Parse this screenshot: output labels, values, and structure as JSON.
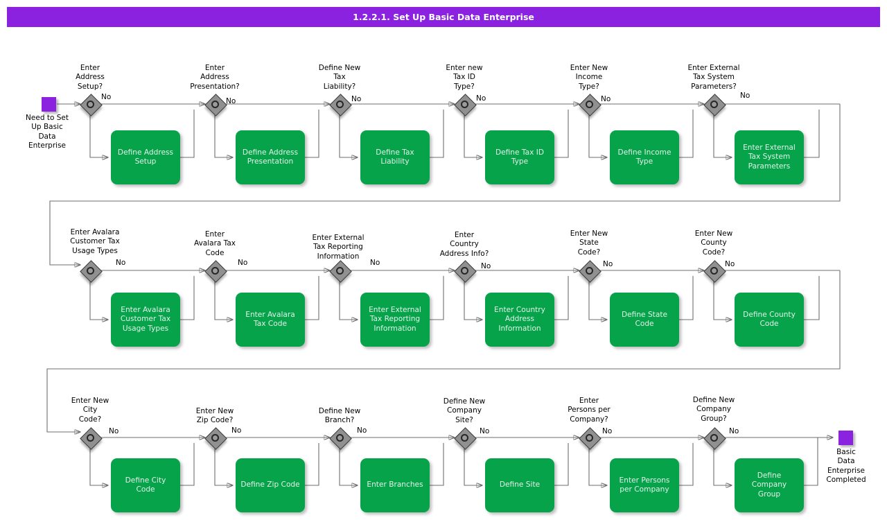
{
  "header": {
    "title": "1.2.2.1. Set Up Basic Data Enterprise",
    "bar_color": "#8A22E0"
  },
  "colors": {
    "terminator": "#8A22E0",
    "task_fill": "#06A34B",
    "task_text": "#E2F2E8",
    "gate_fill": "#909090",
    "connector": "#6E6E6E",
    "page_background": "#FFFFFF"
  },
  "start_node": {
    "name": "start-event",
    "label": "Need to Set\nUp Basic\nData\nEnterprise"
  },
  "end_node": {
    "name": "end-event",
    "label": "Basic\nData\nEnterprise\nCompleted"
  },
  "branch_label": "No",
  "rows": [
    {
      "index": 0,
      "steps": [
        {
          "gate": "Enter\nAddress\nSetup?",
          "task": "Define Address\nSetup"
        },
        {
          "gate": "Enter\nAddress\nPresentation?",
          "task": "Define Address\nPresentation"
        },
        {
          "gate": "Define New\nTax\nLiability?",
          "task": "Define Tax\nLiability"
        },
        {
          "gate": "Enter new\nTax ID\nType?",
          "task": "Define Tax ID\nType"
        },
        {
          "gate": "Enter New\nIncome\nType?",
          "task": "Define Income\nType"
        },
        {
          "gate": "Enter External\nTax System\nParameters?",
          "task": "Enter External\nTax System\nParameters"
        }
      ]
    },
    {
      "index": 1,
      "steps": [
        {
          "gate": "Enter Avalara\nCustomer Tax\nUsage Types",
          "task": "Enter Avalara\nCustomer Tax\nUsage Types"
        },
        {
          "gate": "Enter\nAvalara Tax\nCode",
          "task": "Enter Avalara\nTax Code"
        },
        {
          "gate": "Enter External\nTax Reporting\nInformation",
          "task": "Enter External\nTax Reporting\nInformation"
        },
        {
          "gate": "Enter\nCountry\nAddress Info?",
          "task": "Enter Country\nAddress\nInformation"
        },
        {
          "gate": "Enter New\nState\nCode?",
          "task": "Define State\nCode"
        },
        {
          "gate": "Enter New\nCounty\nCode?",
          "task": "Define County\nCode"
        }
      ]
    },
    {
      "index": 2,
      "steps": [
        {
          "gate": "Enter New\nCity\nCode?",
          "task": "Define City\nCode"
        },
        {
          "gate": "Enter New\nZip Code?",
          "task": "Define Zip Code"
        },
        {
          "gate": "Define New\nBranch?",
          "task": "Enter Branches"
        },
        {
          "gate": "Define New\nCompany\nSite?",
          "task": "Define Site"
        },
        {
          "gate": "Enter\nPersons per\nCompany?",
          "task": "Enter Persons\nper Company"
        },
        {
          "gate": "Define New\nCompany\nGroup?",
          "task": "Define Company\nGroup"
        }
      ]
    }
  ]
}
